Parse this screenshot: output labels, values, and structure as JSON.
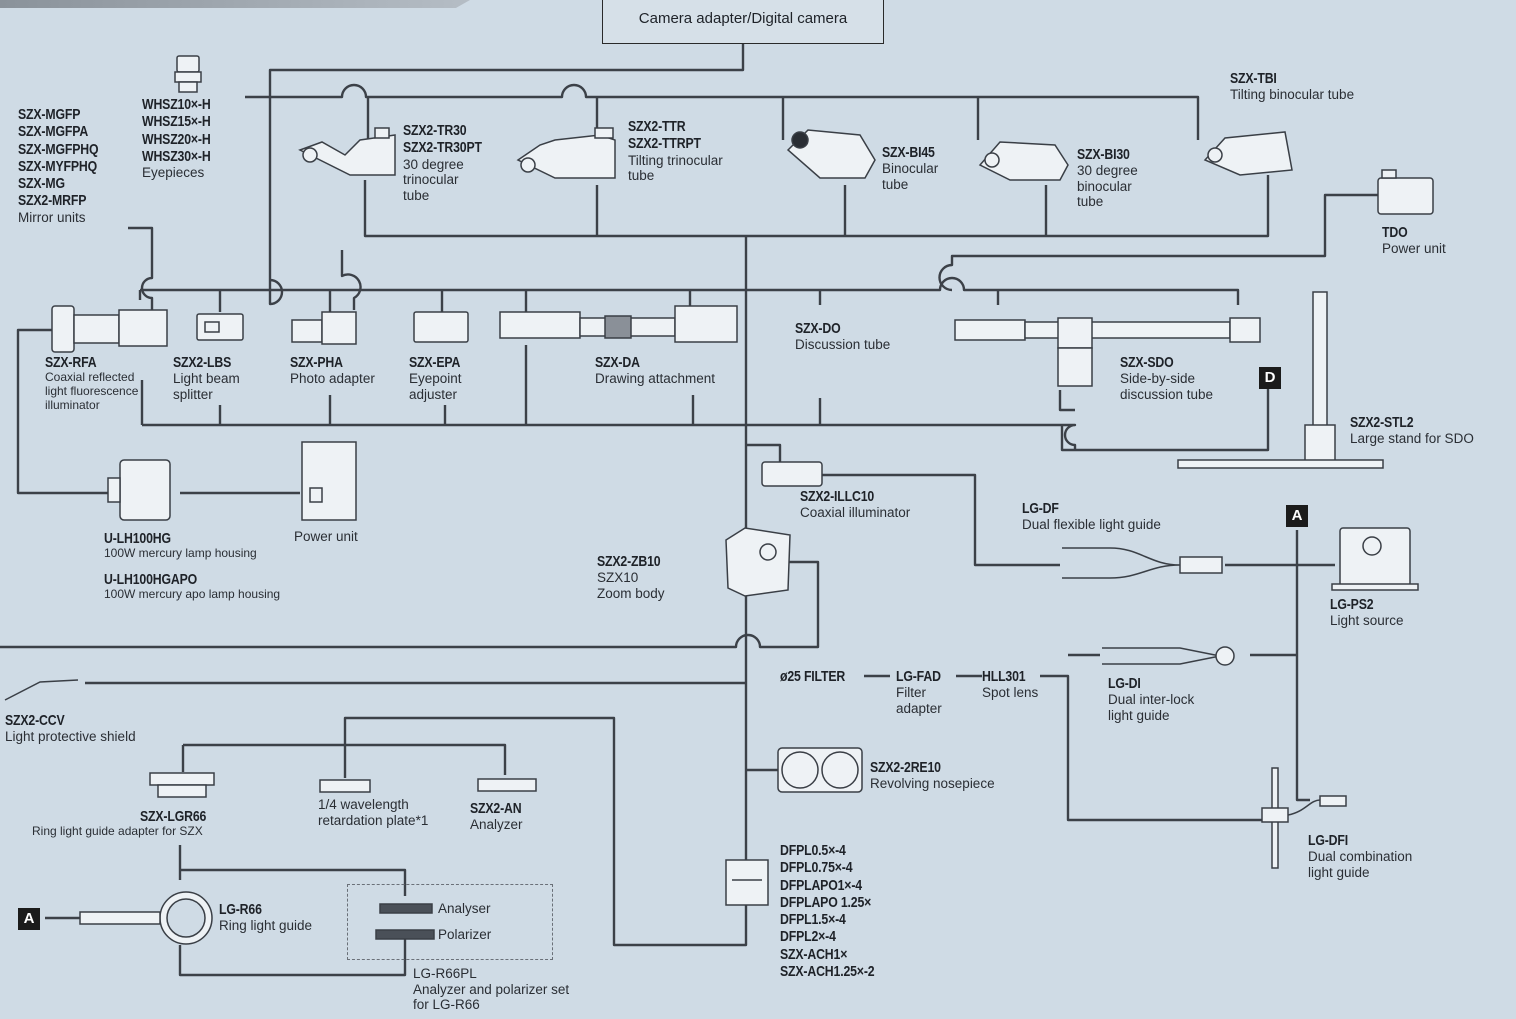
{
  "camera": "Camera adapter/Digital camera",
  "eyepieces": {
    "codes": [
      "WHSZ10×-H",
      "WHSZ15×-H",
      "WHSZ20×-H",
      "WHSZ30×-H"
    ],
    "desc": "Eyepieces"
  },
  "mirror_units": {
    "codes": [
      "SZX-MGFP",
      "SZX-MGFPA",
      "SZX-MGFPHQ",
      "SZX-MYFPHQ",
      "SZX-MG",
      "SZX2-MRFP"
    ],
    "desc": "Mirror units"
  },
  "tr30": {
    "codes": [
      "SZX2-TR30",
      "SZX2-TR30PT"
    ],
    "desc": [
      "30 degree",
      "trinocular",
      "tube"
    ]
  },
  "ttr": {
    "codes": [
      "SZX2-TTR",
      "SZX2-TTRPT"
    ],
    "desc": [
      "Tilting trinocular",
      "tube"
    ]
  },
  "bi45": {
    "codes": [
      "SZX-BI45"
    ],
    "desc": [
      "Binocular",
      "tube"
    ]
  },
  "bi30": {
    "codes": [
      "SZX-BI30"
    ],
    "desc": [
      "30 degree",
      "binocular",
      "tube"
    ]
  },
  "tbi": {
    "codes": [
      "SZX-TBI"
    ],
    "desc": [
      "Tilting binocular tube"
    ]
  },
  "tdo": {
    "codes": [
      "TDO"
    ],
    "desc": [
      "Power unit"
    ]
  },
  "rfa": {
    "codes": [
      "SZX-RFA"
    ],
    "desc": [
      "Coaxial reflected",
      "light fluorescence",
      "illuminator"
    ]
  },
  "lbs": {
    "codes": [
      "SZX2-LBS"
    ],
    "desc": [
      "Light beam",
      "splitter"
    ]
  },
  "pha": {
    "codes": [
      "SZX-PHA"
    ],
    "desc": [
      "Photo adapter"
    ]
  },
  "epa": {
    "codes": [
      "SZX-EPA"
    ],
    "desc": [
      "Eyepoint",
      "adjuster"
    ]
  },
  "da": {
    "codes": [
      "SZX-DA"
    ],
    "desc": [
      "Drawing attachment"
    ]
  },
  "do": {
    "codes": [
      "SZX-DO"
    ],
    "desc": [
      "Discussion tube"
    ]
  },
  "sdo": {
    "codes": [
      "SZX-SDO"
    ],
    "desc": [
      "Side-by-side",
      "discussion tube"
    ]
  },
  "stl2": {
    "codes": [
      "SZX2-STL2"
    ],
    "desc": [
      "Large stand for SDO"
    ]
  },
  "tag_a": "A",
  "tag_d": "D",
  "lh100": {
    "codes": [
      "U-LH100HG"
    ],
    "desc": [
      "100W mercury lamp housing"
    ]
  },
  "lh100apo": {
    "codes": [
      "U-LH100HGAPO"
    ],
    "desc": [
      "100W mercury apo lamp housing"
    ]
  },
  "power_unit": "Power unit",
  "illc10": {
    "codes": [
      "SZX2-ILLC10"
    ],
    "desc": [
      "Coaxial illuminator"
    ]
  },
  "zb10": {
    "codes": [
      "SZX2-ZB10"
    ],
    "desc": [
      "SZX10",
      "Zoom body"
    ]
  },
  "df": {
    "codes": [
      "LG-DF"
    ],
    "desc": [
      "Dual flexible light guide"
    ]
  },
  "ps2": {
    "codes": [
      "LG-PS2"
    ],
    "desc": [
      "Light source"
    ]
  },
  "filter": "ø25 FILTER",
  "fad": {
    "codes": [
      "LG-FAD"
    ],
    "desc": [
      "Filter",
      "adapter"
    ]
  },
  "hll301": {
    "codes": [
      "HLL301"
    ],
    "desc": [
      "Spot lens"
    ]
  },
  "di": {
    "codes": [
      "LG-DI"
    ],
    "desc": [
      "Dual inter-lock",
      "light guide"
    ]
  },
  "ccv": {
    "codes": [
      "SZX2-CCV"
    ],
    "desc": [
      "Light protective shield"
    ]
  },
  "lgr66": {
    "codes": [
      "SZX-LGR66"
    ],
    "desc": [
      "Ring light guide adapter for SZX"
    ]
  },
  "quarter": {
    "codes": [],
    "desc": [
      "1/4 wavelength",
      "retardation plate*1"
    ]
  },
  "an": {
    "codes": [
      "SZX2-AN"
    ],
    "desc": [
      "Analyzer"
    ]
  },
  "re10": {
    "codes": [
      "SZX2-2RE10"
    ],
    "desc": [
      "Revolving nosepiece"
    ]
  },
  "dfi": {
    "codes": [
      "LG-DFI"
    ],
    "desc": [
      "Dual combination",
      "light guide"
    ]
  },
  "r66": {
    "codes": [
      "LG-R66"
    ],
    "desc": [
      "Ring light guide"
    ]
  },
  "analyser": "Analyser",
  "polarizer": "Polarizer",
  "r66pl": {
    "codes": [],
    "desc": [
      "LG-R66PL",
      "Analyzer and polarizer set",
      "for LG-R66"
    ]
  },
  "objectives": {
    "codes": [
      "DFPL0.5×-4",
      "DFPL0.75×-4",
      "DFPLAPO1×-4",
      "DFPLAPO 1.25×",
      "DFPL1.5×-4",
      "DFPL2×-4",
      "SZX-ACH1×",
      "SZX-ACH1.25×-2"
    ],
    "desc": []
  }
}
